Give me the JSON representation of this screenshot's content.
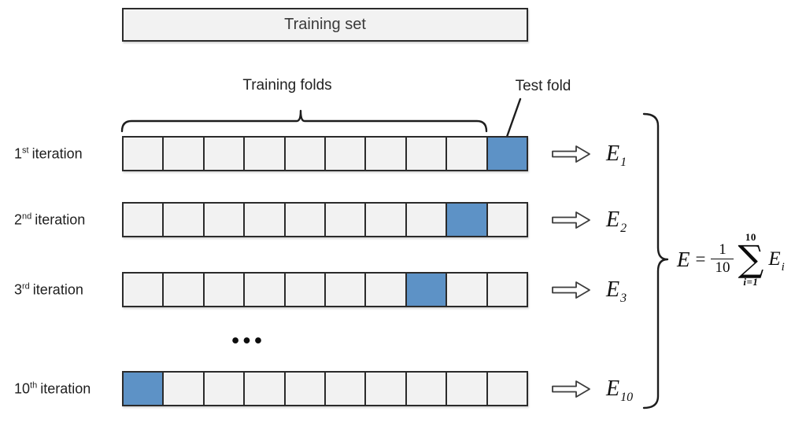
{
  "colors": {
    "background": "#ffffff",
    "cell_fill": "#f2f2f2",
    "cell_border": "#2b2b2b",
    "test_fold_fill": "#5d92c6",
    "text": "#262626"
  },
  "header": {
    "training_set_label": "Training set"
  },
  "annotations": {
    "training_folds_label": "Training folds",
    "test_fold_label": "Test fold",
    "ellipsis": "•••"
  },
  "grid": {
    "cells_per_row": 10
  },
  "rows": [
    {
      "ordinal": "1",
      "suffix": "st",
      "label_text": "iteration",
      "test_fold_index": 9,
      "error_base": "E",
      "error_sub": "1"
    },
    {
      "ordinal": "2",
      "suffix": "nd",
      "label_text": "iteration",
      "test_fold_index": 8,
      "error_base": "E",
      "error_sub": "2"
    },
    {
      "ordinal": "3",
      "suffix": "rd",
      "label_text": "iteration",
      "test_fold_index": 7,
      "error_base": "E",
      "error_sub": "3"
    },
    {
      "ordinal": "10",
      "suffix": "th",
      "label_text": "iteration",
      "test_fold_index": 0,
      "error_base": "E",
      "error_sub": "10"
    }
  ],
  "formula": {
    "lhs": "E",
    "equals": "=",
    "frac_numerator": "1",
    "frac_denominator": "10",
    "sigma": "∑",
    "upper_limit": "10",
    "lower_limit": "i=1",
    "term_base": "E",
    "term_sub": "i"
  }
}
